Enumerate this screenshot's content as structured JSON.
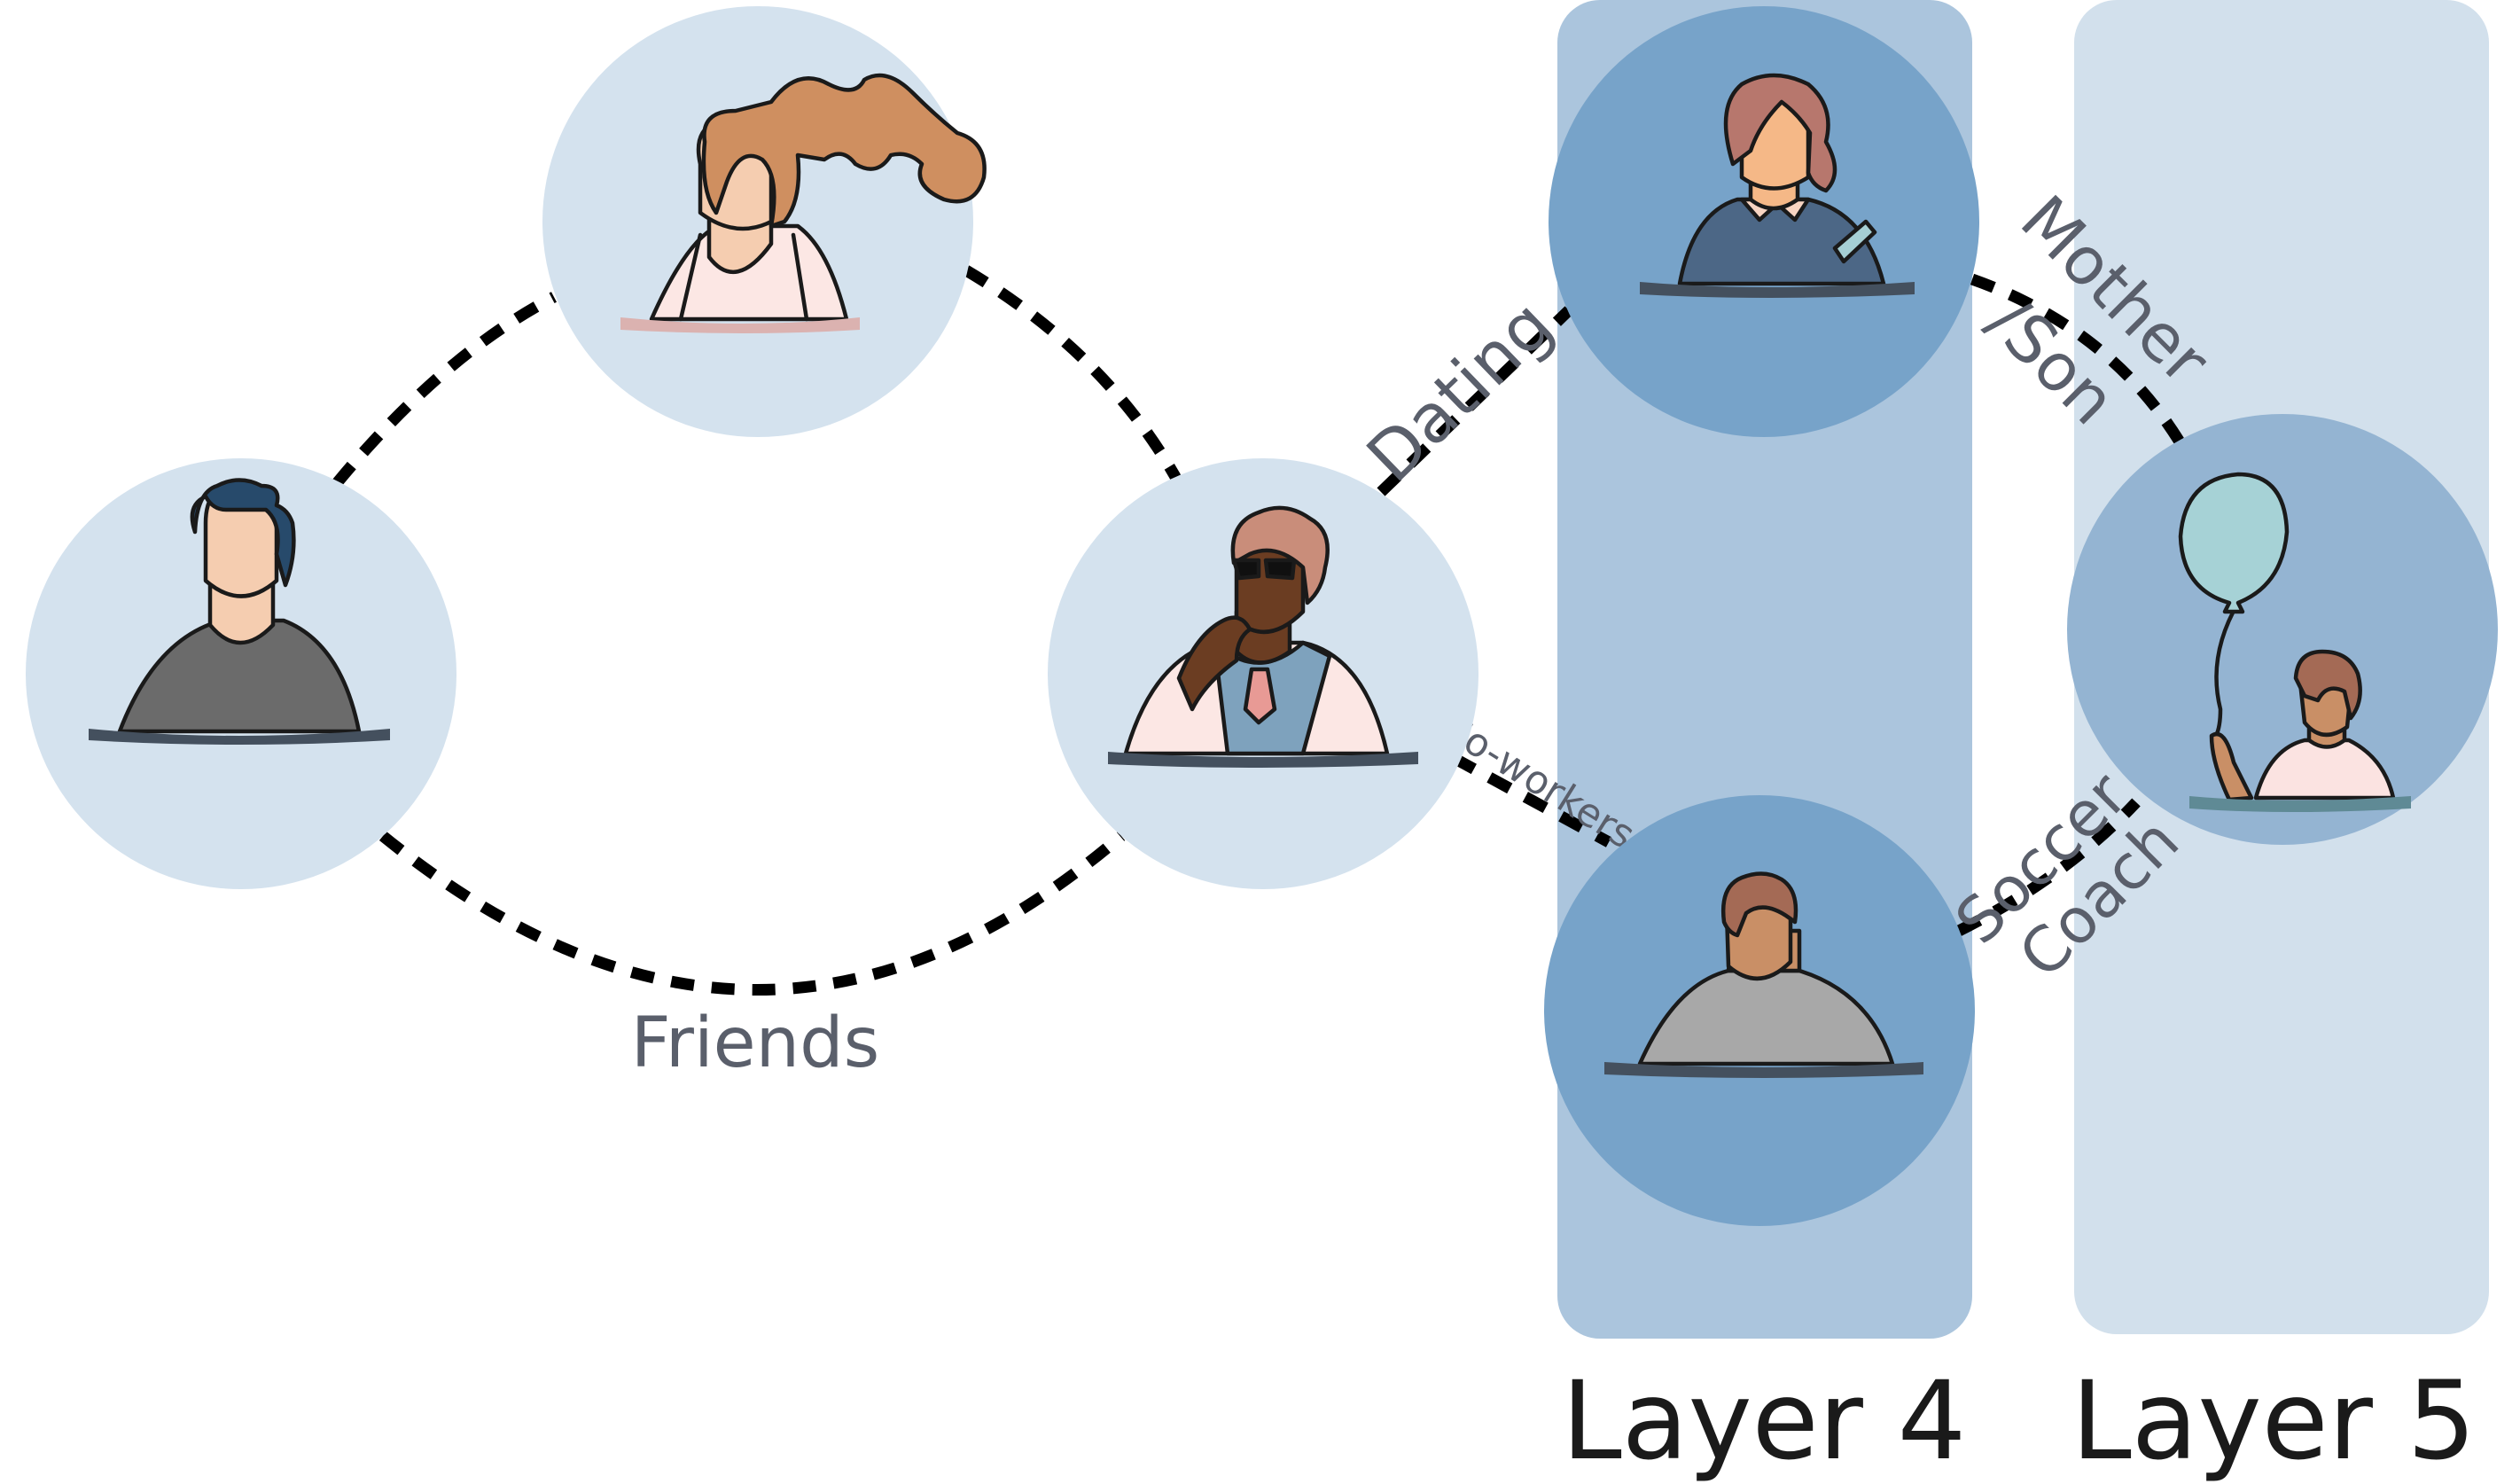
{
  "layers": [
    {
      "label": "Layer 4"
    },
    {
      "label": "Layer 5"
    }
  ],
  "relations": {
    "friends": "Friends",
    "dating": "Dating",
    "coworkers": "Co-workers",
    "mother_son": [
      "Mother",
      "/Son"
    ],
    "soccer_coach": [
      "Soccer",
      "Coach"
    ]
  },
  "colors": {
    "node_light": "#d4e2ee",
    "node_mid": "#94b4d2",
    "node_dark": "#77a3c9",
    "layer4_band": "#abc5dd",
    "layer5_band": "#d2e0ec",
    "label_gray": "#5a5f6b"
  },
  "people": [
    {
      "id": "man-left",
      "icon": "person-man-icon"
    },
    {
      "id": "woman-ponytail",
      "icon": "person-woman-ponytail-icon"
    },
    {
      "id": "man-glasses",
      "icon": "person-man-glasses-icon"
    },
    {
      "id": "mother",
      "icon": "person-mother-icon"
    },
    {
      "id": "coach",
      "icon": "person-coach-icon"
    },
    {
      "id": "son",
      "icon": "person-child-balloon-icon"
    }
  ]
}
